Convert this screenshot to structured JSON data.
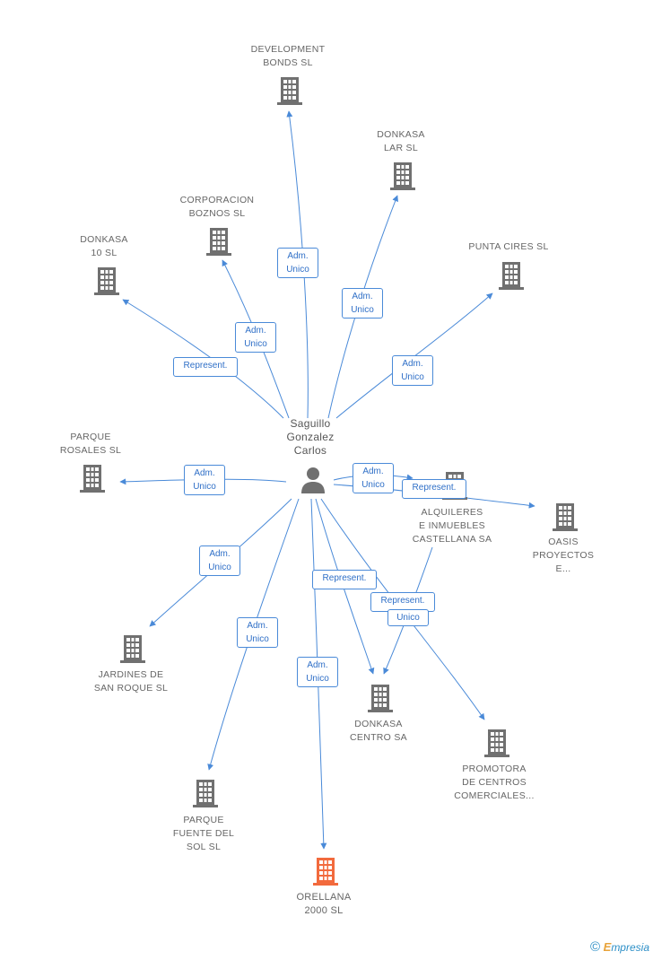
{
  "center": {
    "label": "Saguillo\nGonzalez\nCarlos",
    "icon": "person-icon"
  },
  "colors": {
    "edge": "#4a8ad8",
    "building": "#707070",
    "highlight": "#f26a3d"
  },
  "nodes": [
    {
      "id": "development-bonds",
      "label": "DEVELOPMENT\nBONDS SL"
    },
    {
      "id": "donkasa-lar",
      "label": "DONKASA\nLAR SL"
    },
    {
      "id": "corporacion-boznos",
      "label": "CORPORACION\nBOZNOS SL"
    },
    {
      "id": "donkasa-10",
      "label": "DONKASA\n10 SL"
    },
    {
      "id": "punta-cires",
      "label": "PUNTA CIRES SL"
    },
    {
      "id": "parque-rosales",
      "label": "PARQUE\nROSALES SL"
    },
    {
      "id": "alquileres",
      "label": "ALQUILERES\nE INMUEBLES\nCASTELLANA SA"
    },
    {
      "id": "oasis",
      "label": "OASIS\nPROYECTOS\nE..."
    },
    {
      "id": "jardines",
      "label": "JARDINES DE\nSAN ROQUE SL"
    },
    {
      "id": "donkasa-centro",
      "label": "DONKASA\nCENTRO SA"
    },
    {
      "id": "promotora",
      "label": "PROMOTORA\nDE CENTROS\nCOMERCIALES..."
    },
    {
      "id": "parque-fuente",
      "label": "PARQUE\nFUENTE DEL\nSOL SL"
    },
    {
      "id": "orellana",
      "label": "ORELLANA\n2000 SL"
    }
  ],
  "edges": [
    {
      "to": "development-bonds",
      "label": "Adm.\nUnico"
    },
    {
      "to": "donkasa-lar",
      "label": "Adm.\nUnico"
    },
    {
      "to": "corporacion-boznos",
      "label": "Adm.\nUnico"
    },
    {
      "to": "donkasa-10",
      "label": "Represent."
    },
    {
      "to": "punta-cires",
      "label": "Adm.\nUnico"
    },
    {
      "to": "parque-rosales",
      "label": "Adm.\nUnico"
    },
    {
      "to": "alquileres",
      "label": "Adm.\nUnico"
    },
    {
      "to": "oasis",
      "label": "Represent."
    },
    {
      "to": "jardines",
      "label": "Adm.\nUnico"
    },
    {
      "to": "donkasa-centro",
      "label": "Represent."
    },
    {
      "to": "alquileres-centro",
      "label": "Represent."
    },
    {
      "to": "promotora",
      "label": "Unico"
    },
    {
      "to": "parque-fuente",
      "label": "Adm.\nUnico"
    },
    {
      "to": "orellana",
      "label": "Adm.\nUnico"
    }
  ],
  "footer": {
    "copyright_symbol": "©",
    "brand_initial": "E",
    "brand_rest": "mpresia"
  }
}
